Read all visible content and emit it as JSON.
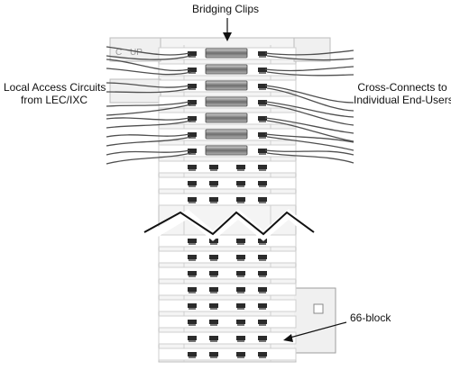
{
  "labels": {
    "bridging_clips": "Bridging Clips",
    "local_access": [
      "Local Access Circuits",
      "from LEC/IXC"
    ],
    "cross_connects": [
      "Cross-Connects to",
      "Individual End-Users"
    ],
    "block": "66-block",
    "block_marking": "UP"
  },
  "colors": {
    "block_body": "#f2f2f2",
    "block_outline": "#9a9a9a",
    "clip_metal": "#8a8a8a",
    "wire": "#555555",
    "label_text": "#111111"
  }
}
